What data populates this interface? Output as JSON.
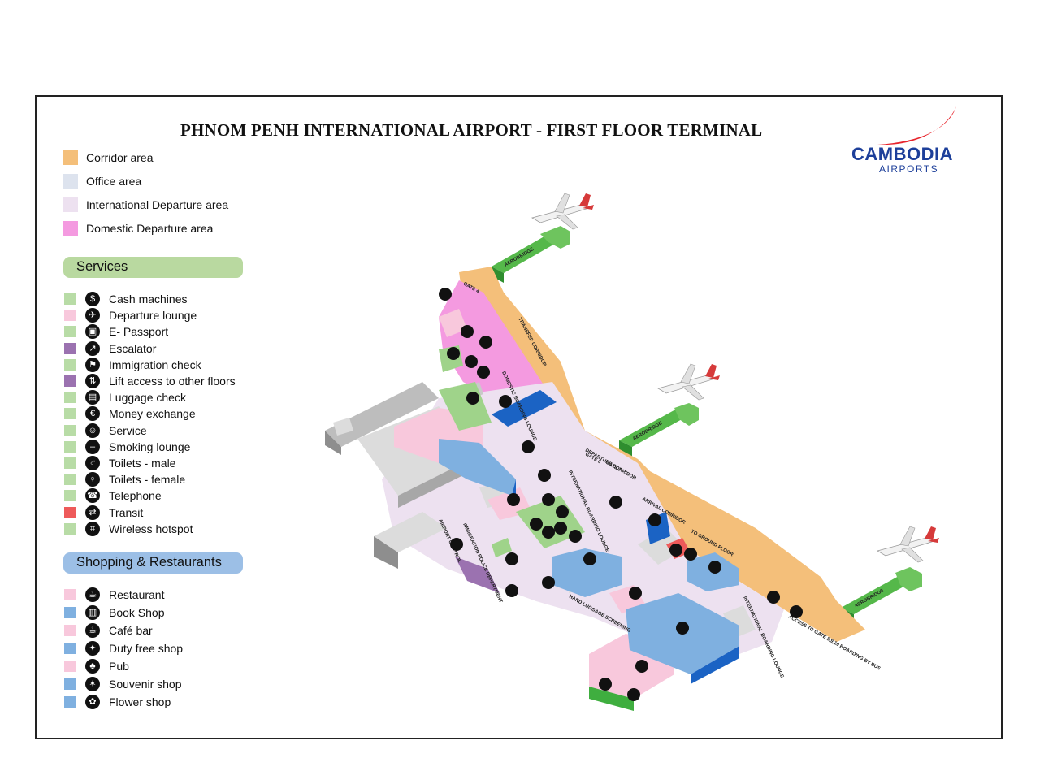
{
  "title": "PHNOM PENH INTERNATIONAL AIRPORT - FIRST FLOOR TERMINAL",
  "logo": {
    "line1": "CAMBODIA",
    "line2": "AIRPORTS",
    "color": "#1d3f9a",
    "swoosh_color": "#e8242c"
  },
  "areas": [
    {
      "label": "Corridor area",
      "color": "#f4bf7a"
    },
    {
      "label": "Office area",
      "color": "#dde3ee"
    },
    {
      "label": "International Departure area",
      "color": "#ede1f0"
    },
    {
      "label": "Domestic Departure  area",
      "color": "#f49ae0"
    }
  ],
  "services": {
    "heading": "Services",
    "heading_color": "#b9d9a0",
    "items": [
      {
        "label": "Cash machines",
        "color": "#b8dca6",
        "icon": "cash-machine-icon"
      },
      {
        "label": "Departure lounge",
        "color": "#f8c8dc",
        "icon": "departure-lounge-icon"
      },
      {
        "label": "E- Passport",
        "color": "#b8dca6",
        "icon": "e-passport-icon"
      },
      {
        "label": "Escalator",
        "color": "#9b72b0",
        "icon": "escalator-icon"
      },
      {
        "label": "Immigration check",
        "color": "#b8dca6",
        "icon": "immigration-icon"
      },
      {
        "label": "Lift access to other floors",
        "color": "#9b72b0",
        "icon": "lift-icon"
      },
      {
        "label": "Luggage check",
        "color": "#b8dca6",
        "icon": "luggage-icon"
      },
      {
        "label": "Money exchange",
        "color": "#b8dca6",
        "icon": "money-exchange-icon"
      },
      {
        "label": "Service",
        "color": "#b8dca6",
        "icon": "service-icon"
      },
      {
        "label": "Smoking lounge",
        "color": "#b8dca6",
        "icon": "smoking-icon"
      },
      {
        "label": "Toilets - male",
        "color": "#b8dca6",
        "icon": "male-toilet-icon"
      },
      {
        "label": "Toilets - female",
        "color": "#b8dca6",
        "icon": "female-toilet-icon"
      },
      {
        "label": "Telephone",
        "color": "#b8dca6",
        "icon": "telephone-icon"
      },
      {
        "label": "Transit",
        "color": "#ee5a5a",
        "icon": "transit-icon"
      },
      {
        "label": "Wireless hotspot",
        "color": "#b8dca6",
        "icon": "wifi-icon"
      }
    ]
  },
  "shopping": {
    "heading": "Shopping & Restaurants",
    "heading_color": "#9cbfe6",
    "items": [
      {
        "label": "Restaurant",
        "color": "#f8c8dc",
        "icon": "restaurant-icon"
      },
      {
        "label": "Book Shop",
        "color": "#7fb0e0",
        "icon": "book-icon"
      },
      {
        "label": "Café bar",
        "color": "#f8c8dc",
        "icon": "coffee-icon"
      },
      {
        "label": "Duty free shop",
        "color": "#7fb0e0",
        "icon": "duty-free-icon"
      },
      {
        "label": "Pub",
        "color": "#f8c8dc",
        "icon": "pub-icon"
      },
      {
        "label": "Souvenir shop",
        "color": "#7fb0e0",
        "icon": "souvenir-icon"
      },
      {
        "label": "Flower shop",
        "color": "#7fb0e0",
        "icon": "flower-icon"
      }
    ]
  },
  "map_labels": {
    "aerobridge": "AEROBRIDGE",
    "domestic_lounge": "DOMESTIC BOARDING LOUNGE",
    "international_lounge": "INTERNATIONAL BOARDING LOUNGE",
    "transfer_corridor": "TRANSFER CORRIDOR",
    "departure_corridor": "DEPARTURE CORRIDOR",
    "arrival_corridor": "ARRIVAL CORRIDOR",
    "to_ground_floor": "TO GROUND FLOOR",
    "gate_4": "GATE 4",
    "gate_6": "GATE 6",
    "gate_7": "GATE 7",
    "immigration": "IMMIGRATION POLICE DEPARTMENT",
    "airport_control": "AIRPORT CONTROL",
    "hand_luggage": "HAND LUGGAGE SCREENING",
    "access_gates": "ACCESS TO GATE 8,9,10 BOARDING BY BUS",
    "int_lounge_2": "INTERNATIONAL BOARDING LOUNGE"
  },
  "colors": {
    "corridor": "#f4bf7a",
    "international": "#ede1f0",
    "domestic": "#f49ae0",
    "office": "#dde3ee",
    "service": "#9fd38a",
    "shop": "#7fb0e0",
    "shop_dark": "#1b63c4",
    "restaurant": "#f8c8dc",
    "wall": "#bdbdbd",
    "wall_dark": "#8e8e8e",
    "green_wall": "#3fae3f"
  }
}
